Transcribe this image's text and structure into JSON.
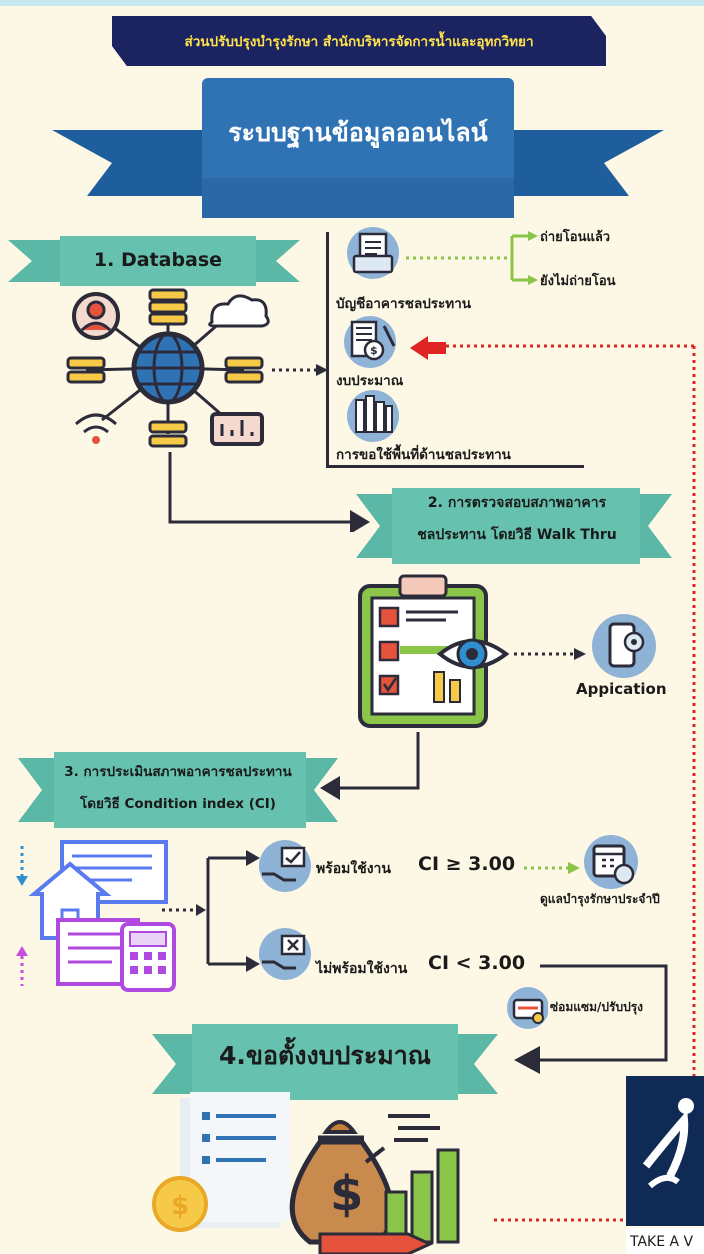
{
  "header": {
    "department": "ส่วนปรับปรุงบำรุงรักษา สำนักบริหารจัดการน้ำและอุทกวิทยา",
    "title": "ระบบฐานข้อมูลออนไลน์"
  },
  "step1": {
    "title": "1. Database",
    "items": {
      "buildings": "บัญชีอาคารชลประทาน",
      "budget": "งบประมาณ",
      "land_request": "การขอใช้พื้นที่ด้านชลประทาน"
    },
    "transfer": {
      "done": "ถ่ายโอนแล้ว",
      "not_done": "ยังไม่ถ่ายโอน"
    }
  },
  "step2": {
    "line1": "2. การตรวจสอบสภาพอาคาร",
    "line2": "ชลประทาน โดยวิธี Walk Thru",
    "app_label": "Appication"
  },
  "step3": {
    "line1": "3. การประเมินสภาพอาคารชลประทาน",
    "line2": "โดยวิธี Condition index (CI)",
    "ready": "พร้อมใช้งาน",
    "ready_expr": "CI ≥ 3.00",
    "not_ready": "ไม่พร้อมใช้งาน",
    "not_ready_expr": "CI < 3.00",
    "maintenance": "ดูแลบำรุงรักษาประจำปี",
    "repair": "ซ่อมแซม/ปรับปรุง"
  },
  "step4": {
    "title": "4.ขอตั้งงบประมาณ"
  },
  "watermark": {
    "text": "TAKE A V"
  },
  "colors": {
    "navy": "#1b2461",
    "blue": "#2f73b5",
    "teal": "#5cb8a6",
    "red": "#e02424",
    "green": "#8ac449",
    "dark": "#2b2b3a",
    "background": "#fdf8e6"
  }
}
